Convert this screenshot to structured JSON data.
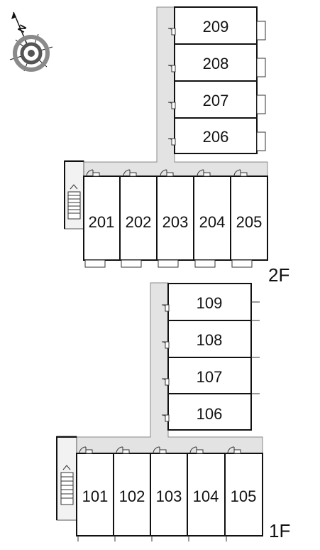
{
  "compass": {
    "letter": "N",
    "icon": "compass-rose-icon"
  },
  "floors": [
    {
      "label": "2F",
      "wing_units": [
        "209",
        "208",
        "207",
        "206"
      ],
      "row_units": [
        "201",
        "202",
        "203",
        "204",
        "205"
      ]
    },
    {
      "label": "1F",
      "wing_units": [
        "109",
        "108",
        "107",
        "106"
      ],
      "row_units": [
        "101",
        "102",
        "103",
        "104",
        "105"
      ]
    }
  ],
  "colors": {
    "corridor": "#e3e3e3",
    "wall": "#111111",
    "background": "#ffffff"
  }
}
